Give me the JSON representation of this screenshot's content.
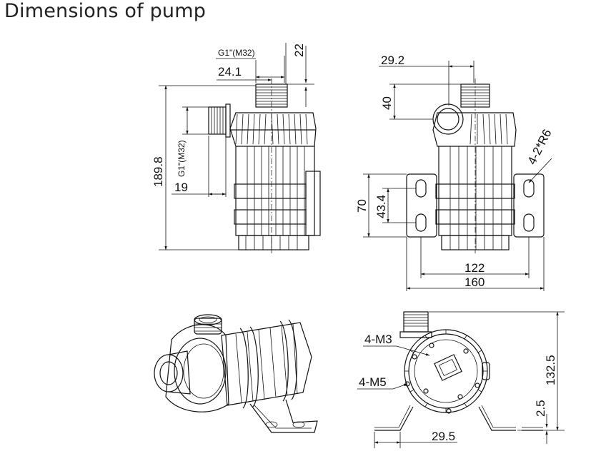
{
  "title": "Dimensions of pump",
  "side_view": {
    "outlet_thread": "G1\"(M32)",
    "outlet_offset": "24.1",
    "outlet_height": "22",
    "total_height": "189.8",
    "inlet_thread": "G1\"(M32)",
    "inlet_length": "19"
  },
  "front_view": {
    "inlet_offset": "29.2",
    "inlet_height": "40",
    "mount_holes": "4-2*R6",
    "bracket_height": "70",
    "hole_spacing_v": "43.4",
    "hole_spacing_h": "122",
    "bracket_width": "160"
  },
  "bottom_view": {
    "screw_m3": "4-M3",
    "screw_m5": "4-M5",
    "height": "132.5",
    "base_offset": "2.5",
    "foot_width": "29.5"
  },
  "colors": {
    "line": "#111111",
    "background": "#ffffff"
  }
}
